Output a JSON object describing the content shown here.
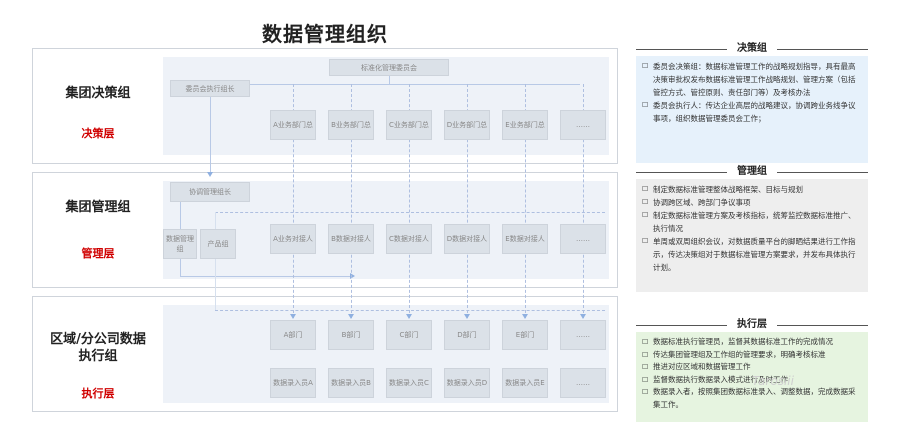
{
  "title": "数据管理组织",
  "layers": [
    {
      "name": "集团决策组",
      "tag": "决策层"
    },
    {
      "name": "集团管理组",
      "tag": "管理层"
    },
    {
      "name": "区域/分公司数据执行组",
      "tag": "执行层"
    }
  ],
  "decision": {
    "committee": "标准化管理委员会",
    "executive": "委员会执行组长",
    "depts": [
      "A业务部门总",
      "B业务部门总",
      "C业务部门总",
      "D业务部门总",
      "E业务部门总",
      "……"
    ]
  },
  "management": {
    "coord_lead": "协调管理组长",
    "data_group": "数据管理组",
    "product_group": "产品组",
    "liaisons": [
      "A业务对接人",
      "B数据对接人",
      "C数据对接人",
      "D数据对接人",
      "E数据对接人",
      "……"
    ]
  },
  "execution": {
    "depts": [
      "A部门",
      "B部门",
      "C部门",
      "D部门",
      "E部门",
      "……"
    ],
    "entry": [
      "数据录入员A",
      "数据录入员B",
      "数据录入员C",
      "数据录入员D",
      "数据录入员E",
      "……"
    ]
  },
  "panels": {
    "decision": {
      "title": "决策组",
      "bg": "#e6f1fb",
      "items": [
        "委员会决策组：数据标准管理工作的战略规划指导，具有最高决策审批权发布数据标准管理工作战略规划、管理方案（包括管控方式、管控原则、责任部门等）及考核办法",
        "委员会执行人：传达企业高层的战略建议，协调跨业务线争议事项，组织数据管理委员会工作；"
      ]
    },
    "management": {
      "title": "管理组",
      "bg": "#eeeeee",
      "items": [
        "制定数据标准管理整体战略框架、目标与规划",
        "协调跨区域、跨部门争议事项",
        "制定数据标准管理方案及考核指标，统筹监控数据标准推广、执行情况",
        "单周或双周组织会议，对数据质量平台的脚晒结果进行工作指示，传达决策组对于数据标准管理方案要求，并发布具体执行计划。"
      ]
    },
    "execution": {
      "title": "执行层",
      "bg": "#e6f4e0",
      "items": [
        "数据标准执行管理员，监督其数据标准工作的完成情况",
        "传达集团管理组及工作组的管理要求，明确考核标准",
        "推进对应区域和数据管理工作",
        "监督数据执行数据录入模式进行及时工作",
        "数据录入者，按照集团数据标准录入、调整数据，完成数据采集工作。"
      ]
    }
  },
  "watermark": "Tarosiii",
  "colors": {
    "red_tag": "#d00000",
    "box": "#dbe1e8",
    "layer_fill": "#eef2f8",
    "line": "#b8c9e6"
  }
}
